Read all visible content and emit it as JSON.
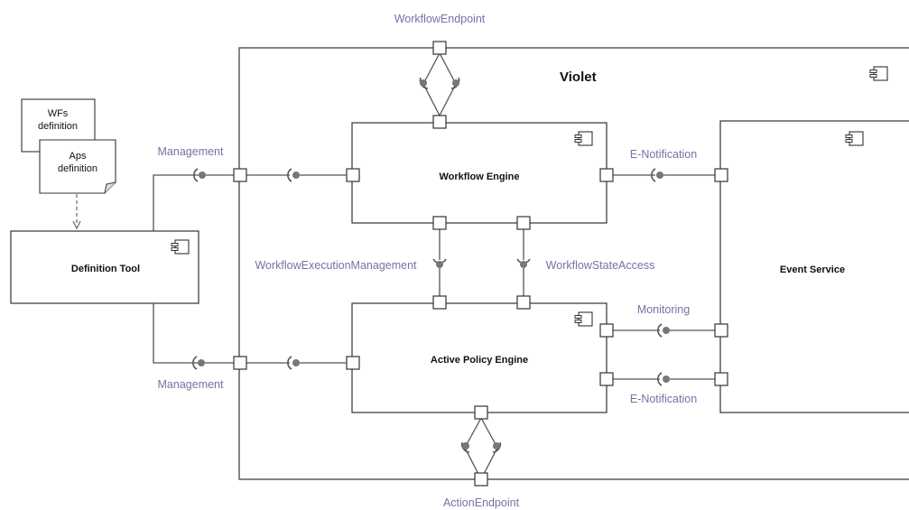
{
  "labels": {
    "workflow_endpoint": "WorkflowEndpoint",
    "violet": "Violet",
    "management_top": "Management",
    "management_bottom": "Management",
    "e_notification_top": "E-Notification",
    "e_notification_bottom": "E-Notification",
    "workflow_execution_management": "WorkflowExecutionManagement",
    "workflow_state_access": "WorkflowStateAccess",
    "monitoring": "Monitoring",
    "action_endpoint": "ActionEndpoint"
  },
  "components": {
    "workflow_engine": "Workflow Engine",
    "active_policy_engine": "Active Policy Engine",
    "event_service": "Event Service",
    "definition_tool": "Definition Tool"
  },
  "notes": {
    "wfs_line1": "WFs",
    "wfs_line2": "definition",
    "aps_line1": "Aps",
    "aps_line2": "definition"
  },
  "colors": {
    "interface_label": "#7672a6",
    "line": "#555555"
  }
}
